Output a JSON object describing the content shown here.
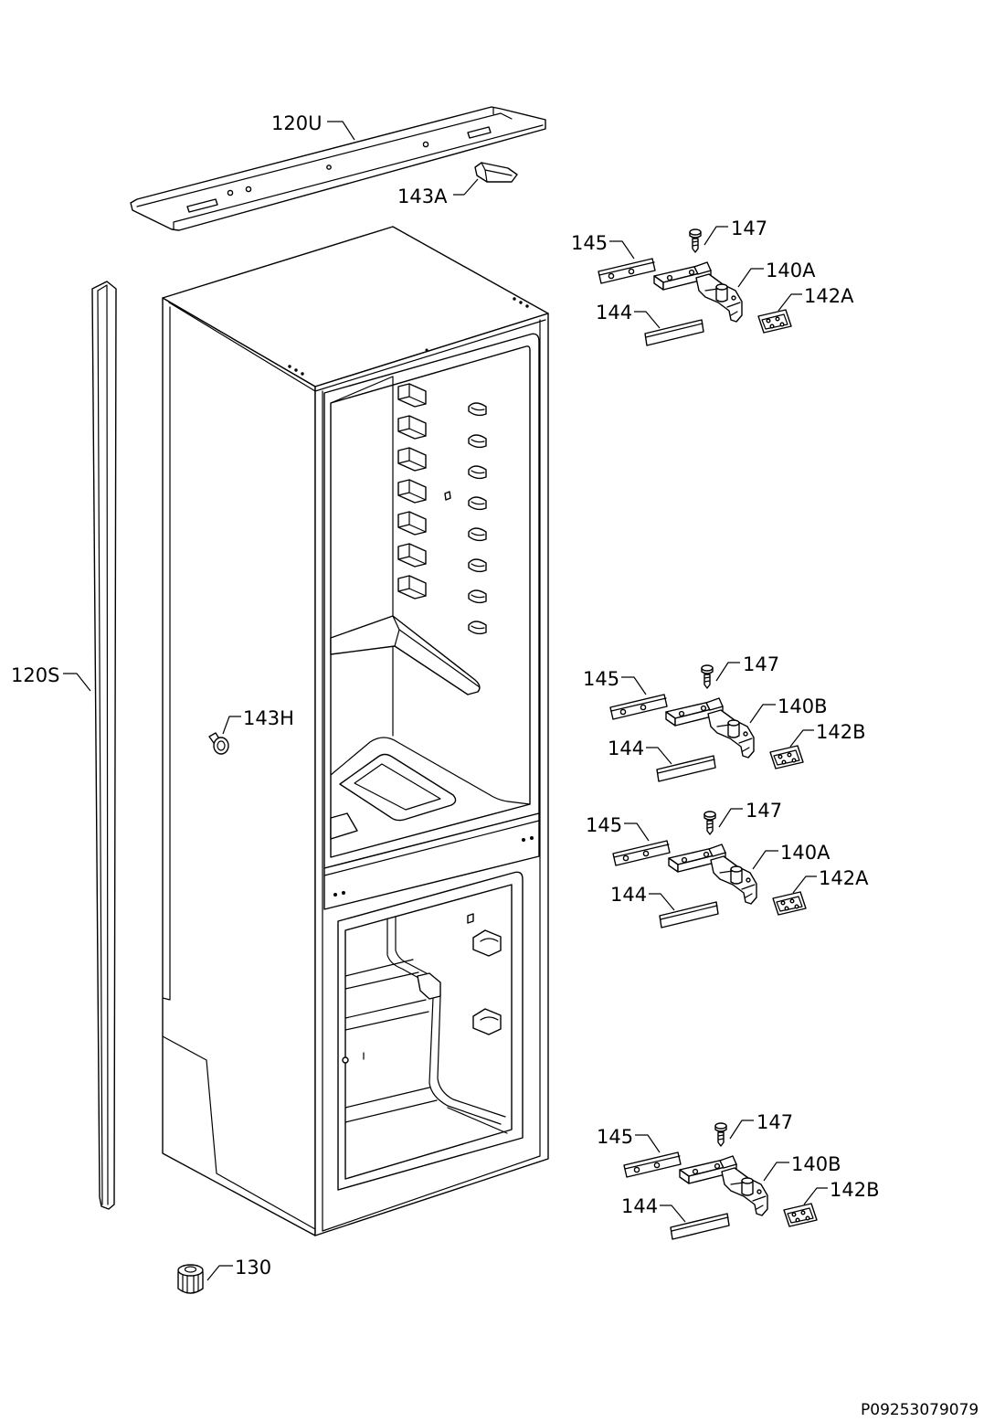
{
  "diagram": {
    "top_rail": "120U",
    "top_cap": "143A",
    "side_strip": "120S",
    "side_plug": "143H",
    "foot": "130"
  },
  "hinge_sets": [
    {
      "cover_strip": "145",
      "screw": "147",
      "hinge": "140A",
      "hinge_plate": "142A",
      "trim_strip": "144"
    },
    {
      "cover_strip": "145",
      "screw": "147",
      "hinge": "140B",
      "hinge_plate": "142B",
      "trim_strip": "144"
    },
    {
      "cover_strip": "145",
      "screw": "147",
      "hinge": "140A",
      "hinge_plate": "142A",
      "trim_strip": "144"
    },
    {
      "cover_strip": "145",
      "screw": "147",
      "hinge": "140B",
      "hinge_plate": "142B",
      "trim_strip": "144"
    }
  ],
  "footer": {
    "document_code": "P09253079079"
  }
}
